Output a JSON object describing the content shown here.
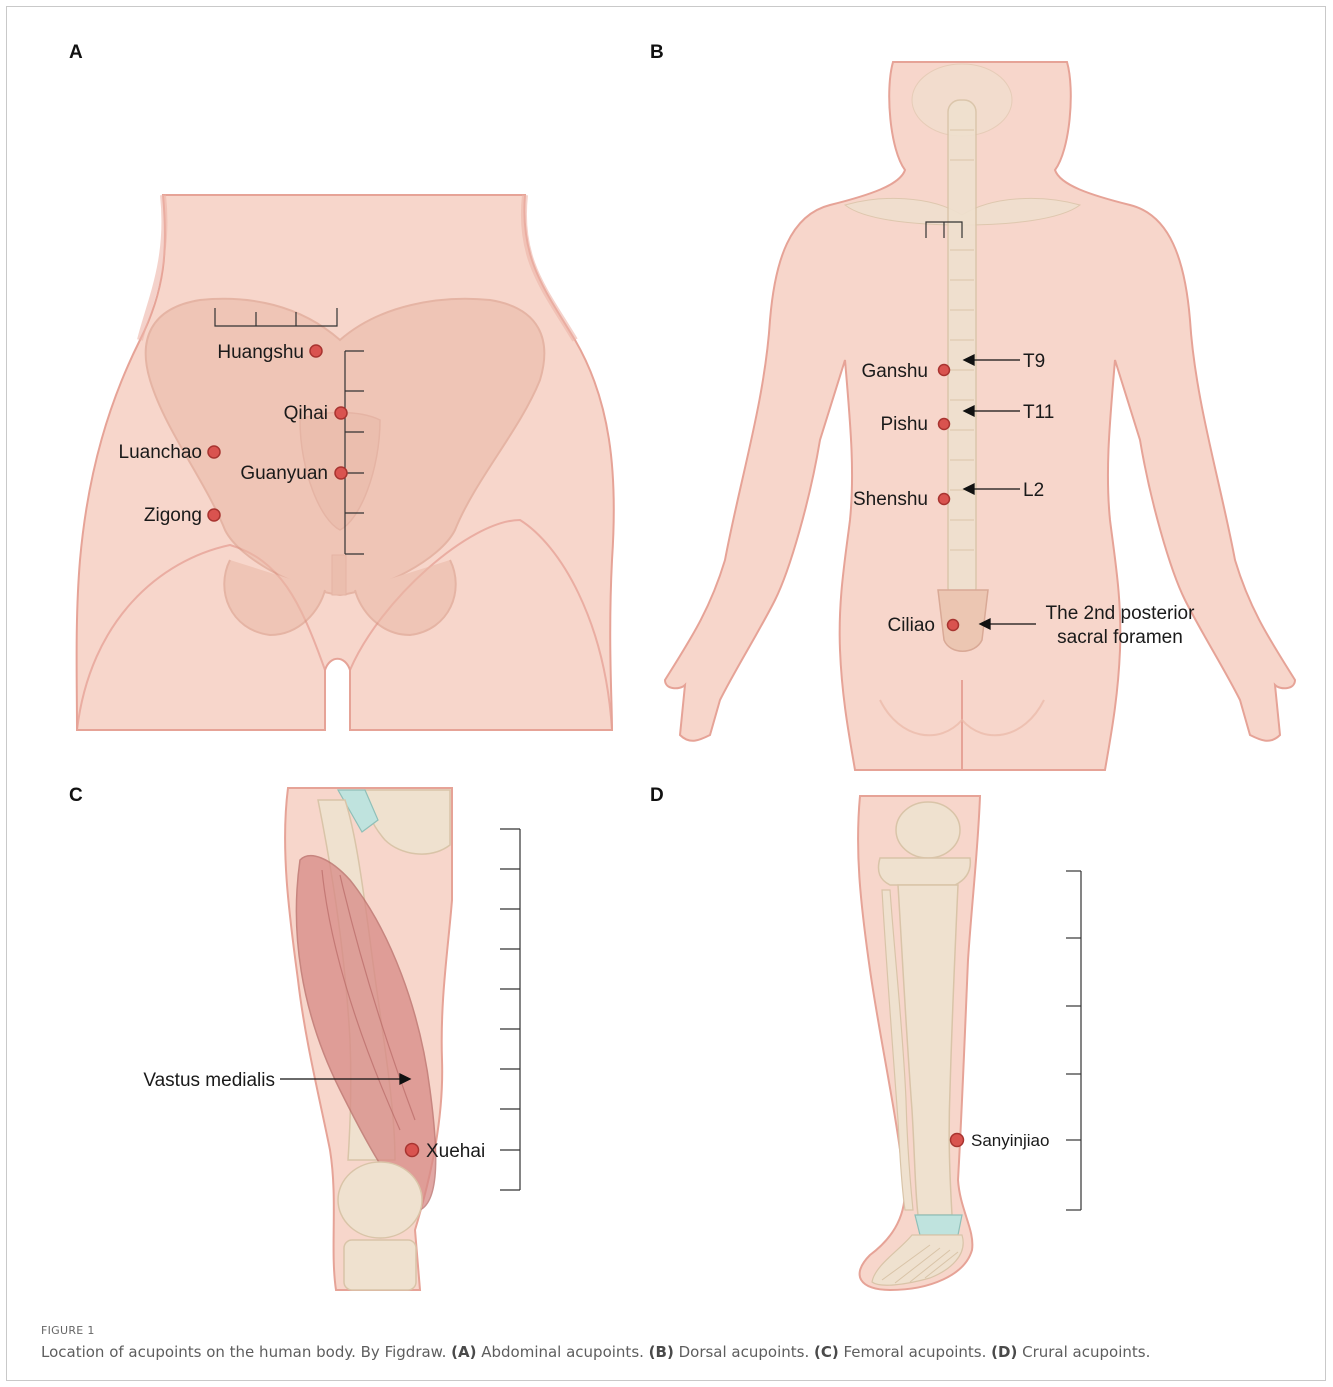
{
  "panels": {
    "A": {
      "letter": "A",
      "acupoints": {
        "huangshu": "Huangshu",
        "qihai": "Qihai",
        "luanchao": "Luanchao",
        "guanyuan": "Guanyuan",
        "zigong": "Zigong"
      }
    },
    "B": {
      "letter": "B",
      "acupoints": {
        "ganshu": "Ganshu",
        "pishu": "Pishu",
        "shenshu": "Shenshu",
        "ciliao": "Ciliao"
      },
      "vertebrae": {
        "t9": "T9",
        "t11": "T11",
        "l2": "L2"
      },
      "foramen_line1": "The 2nd posterior",
      "foramen_line2": "sacral foramen"
    },
    "C": {
      "letter": "C",
      "muscle": "Vastus medialis",
      "acupoint": "Xuehai"
    },
    "D": {
      "letter": "D",
      "acupoint": "Sanyinjiao"
    }
  },
  "figure": {
    "label": "FIGURE 1",
    "caption_intro": "Location of acupoints on the human body. By Figdraw. ",
    "caption_a_tag": "(A)",
    "caption_a_text": " Abdominal acupoints. ",
    "caption_b_tag": "(B)",
    "caption_b_text": " Dorsal acupoints. ",
    "caption_c_tag": "(C)",
    "caption_c_text": " Femoral acupoints. ",
    "caption_d_tag": "(D)",
    "caption_d_text": " Crural acupoints."
  },
  "colors": {
    "skin": "#f7d6cb",
    "skin_outline": "#e6a397",
    "bone": "#efe1cf",
    "bone_outline": "#d9c4a8",
    "muscle": "#d88a86",
    "acupoint": "#d9534f",
    "acupoint_outline": "#a83430",
    "cartilage": "#bfe3de"
  }
}
